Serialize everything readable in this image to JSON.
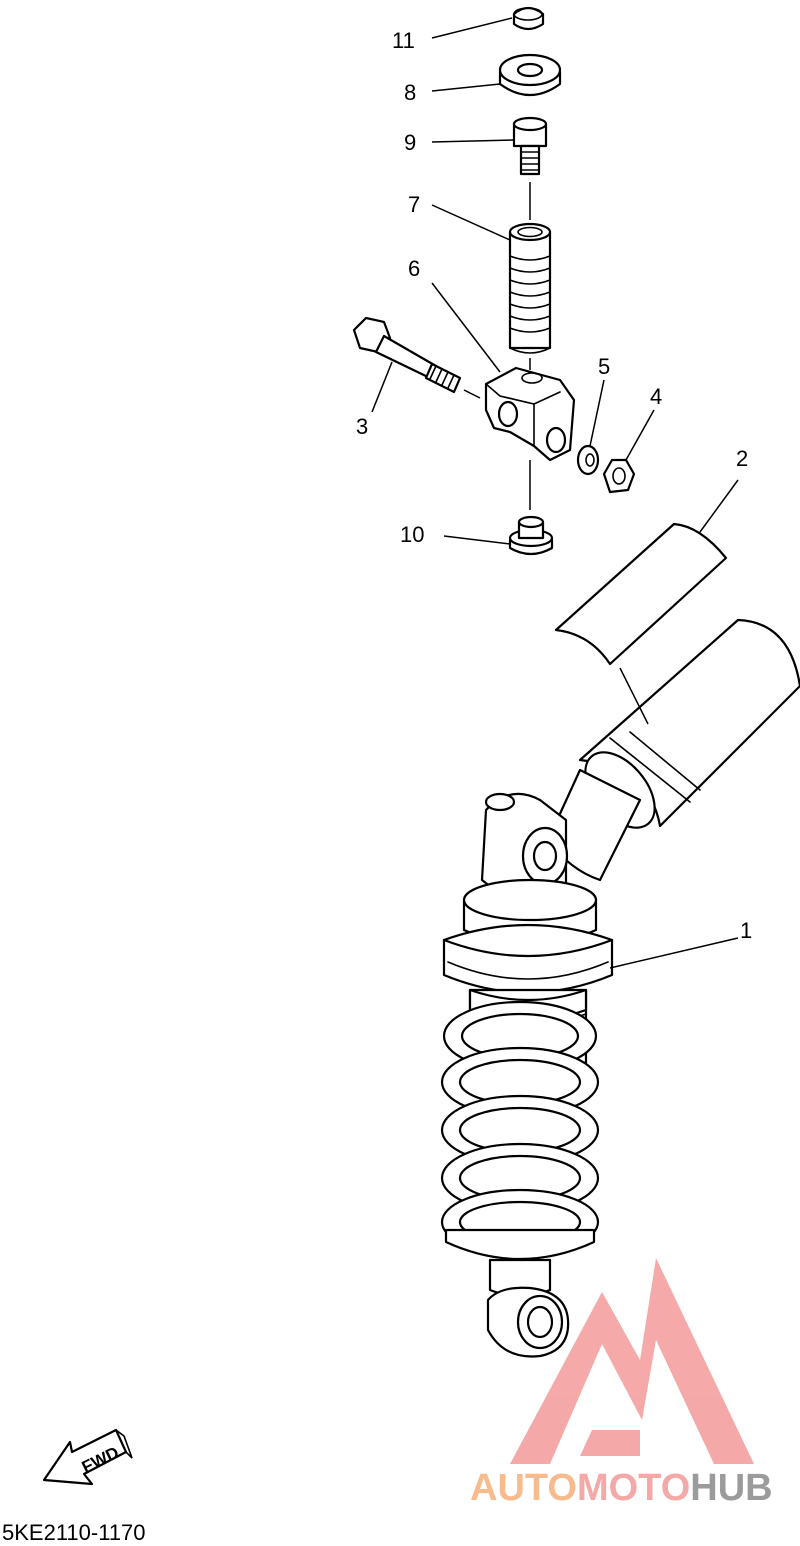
{
  "callouts": {
    "c1": "1",
    "c2": "2",
    "c3": "3",
    "c4": "4",
    "c5": "5",
    "c6": "6",
    "c7": "7",
    "c8": "8",
    "c9": "9",
    "c10": "10",
    "c11": "11"
  },
  "fwd_label": "FWD",
  "diagram_code": "5KE2110-1170",
  "watermark": {
    "part1": "AUTO",
    "part2": "MOTO",
    "part3": "HUB",
    "color_orange": "#f6b07a",
    "color_red": "#f39a9a",
    "color_gray": "#8a8a8a"
  }
}
